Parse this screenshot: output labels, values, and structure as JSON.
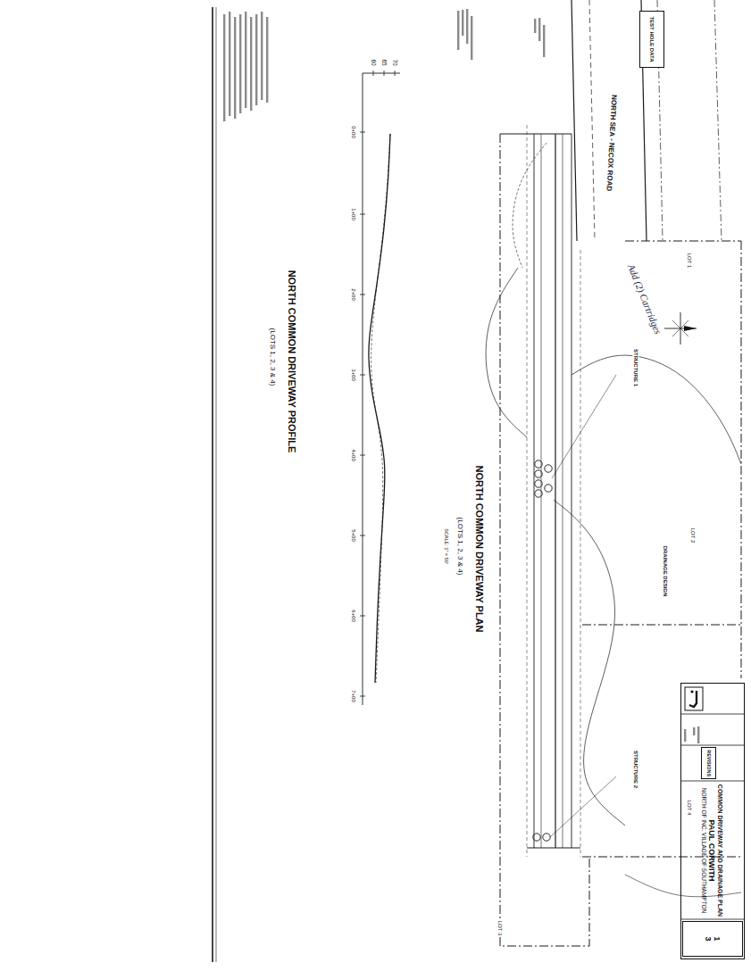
{
  "diagram": {
    "nodes": [
      {
        "text": [
          "COMMON DRIVEWAY AND DRAINAGE PLAN",
          "PAUL CORWITH",
          "NORTH OF INC. VILLAGE OF SOUTHAMPTON"
        ]
      },
      {
        "text": [
          "1",
          "3"
        ],
        "in": 0
      },
      {
        "text": [
          "REVISIONS"
        ],
        "in": 0
      },
      {
        "text": [
          "TEST HOLE DATA"
        ]
      }
    ],
    "labels": [
      "NORTH SEA - NECOX ROAD",
      "NORTH COMMON DRIVEWAY PLAN",
      "(LOTS 1, 2, 3 & 4)",
      "SCALE: 1\" = 50'",
      "NORTH COMMON DRIVEWAY PROFILE",
      "(LOTS 1, 2, 3 & 4)",
      "0+00",
      "1+00",
      "2+00",
      "3+00",
      "4+00",
      "5+00",
      "6+00",
      "7+00",
      "70",
      "65",
      "60",
      "STRUCTURE 1",
      "STRUCTURE 2",
      "DRAINAGE DESIGN",
      "LOT 1",
      "LOT 2",
      "LOT 3",
      "LOT 4",
      "Add (2) Cartridges"
    ]
  }
}
